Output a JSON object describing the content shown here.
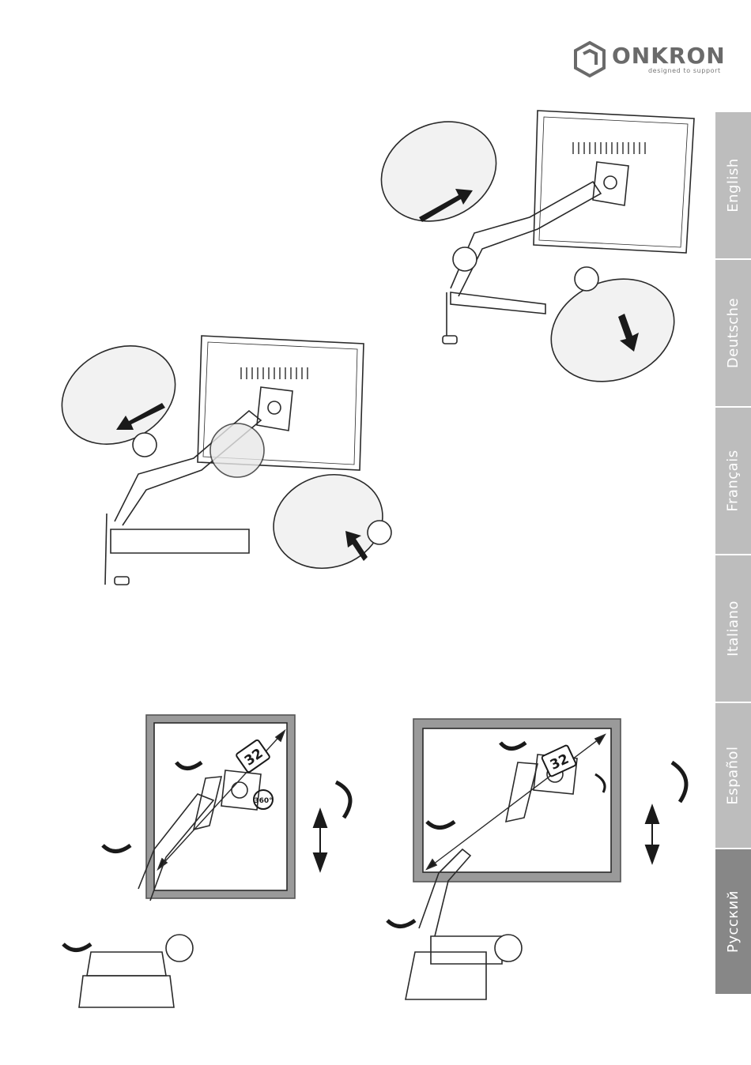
{
  "brand": {
    "name": "ONKRON",
    "tagline": "designed to support"
  },
  "language_tabs": [
    {
      "label": "English",
      "active": false
    },
    {
      "label": "Deutsche",
      "active": false
    },
    {
      "label": "Français",
      "active": false
    },
    {
      "label": "Italiano",
      "active": false
    },
    {
      "label": "Español",
      "active": false
    },
    {
      "label": "Русский",
      "active": true
    }
  ],
  "diagrams": {
    "size_label_left": "32",
    "size_label_right": "32",
    "rotation_label": "360°"
  },
  "colors": {
    "tab_inactive": "#bdbdbd",
    "tab_active": "#878787",
    "line": "#2a2a2a",
    "frame_gray": "#9a9a9a"
  }
}
